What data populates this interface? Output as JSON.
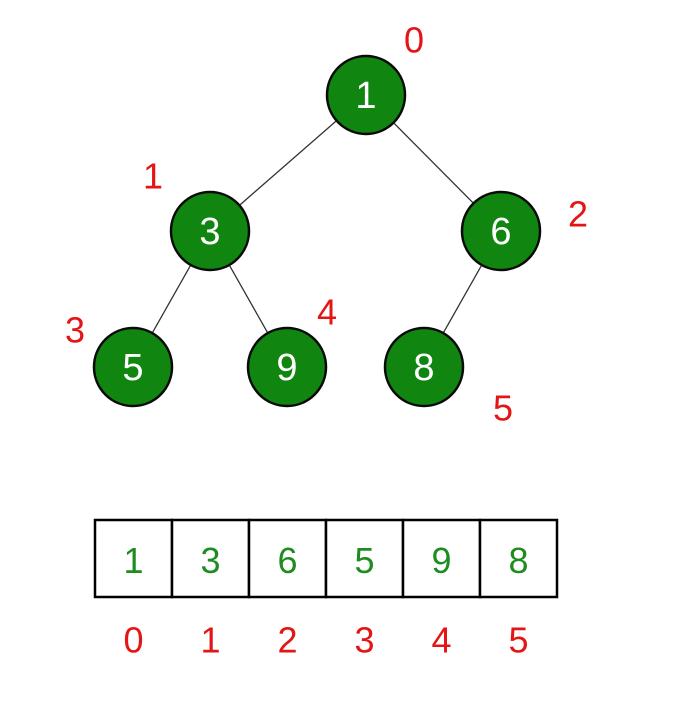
{
  "colors": {
    "node_fill": "#108610",
    "node_text": "#ffffff",
    "index_label": "#e31515",
    "array_value": "#1e8c1e",
    "edge": "#333333"
  },
  "tree": {
    "nodes": [
      {
        "index": "0",
        "value": "1"
      },
      {
        "index": "1",
        "value": "3"
      },
      {
        "index": "2",
        "value": "6"
      },
      {
        "index": "3",
        "value": "5"
      },
      {
        "index": "4",
        "value": "9"
      },
      {
        "index": "5",
        "value": "8"
      }
    ],
    "edges": [
      [
        0,
        1
      ],
      [
        0,
        2
      ],
      [
        1,
        3
      ],
      [
        1,
        4
      ],
      [
        2,
        5
      ]
    ]
  },
  "array": {
    "values": [
      "1",
      "3",
      "6",
      "5",
      "9",
      "8"
    ],
    "indices": [
      "0",
      "1",
      "2",
      "3",
      "4",
      "5"
    ]
  }
}
